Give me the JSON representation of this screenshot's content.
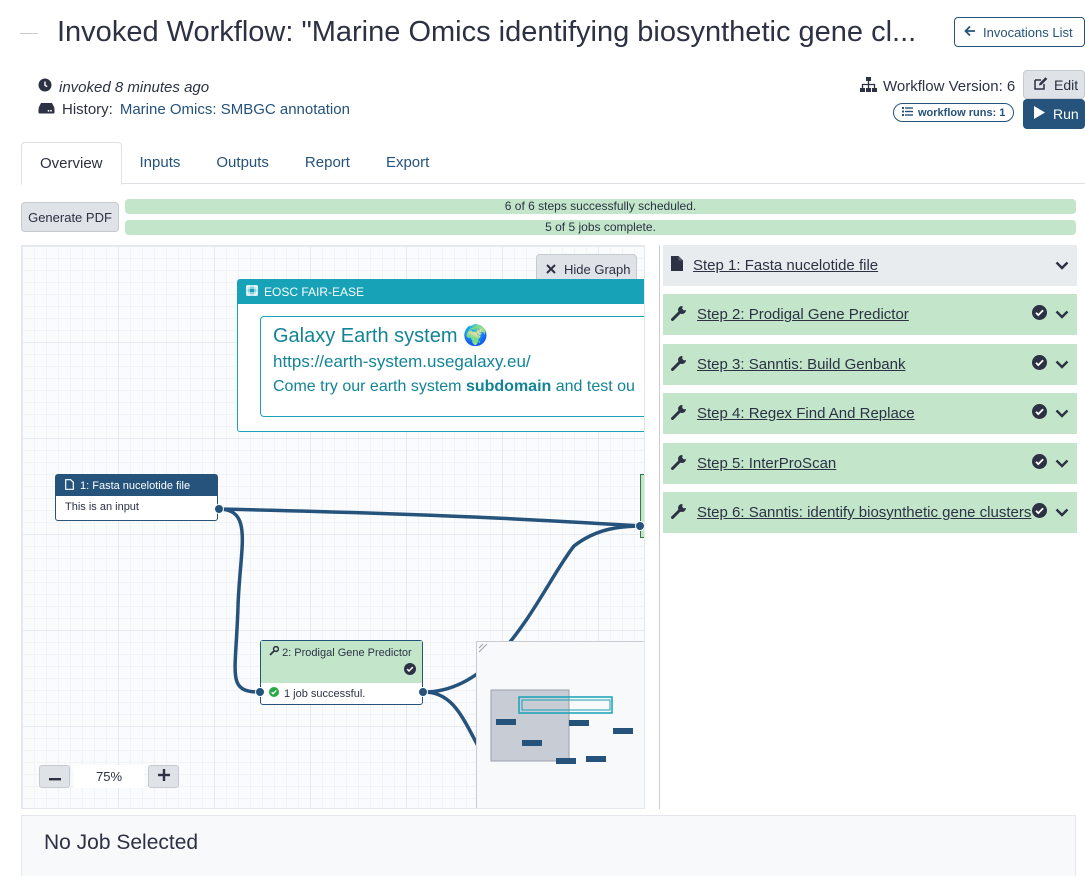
{
  "header": {
    "title": "Invoked Workflow: \"Marine Omics identifying biosynthetic gene cl...",
    "invocations_button": "Invocations List",
    "invoked_text": "invoked 8 minutes ago",
    "history_label": "History:",
    "history_link": "Marine Omics: SMBGC annotation",
    "workflow_version": "Workflow Version: 6",
    "workflow_runs": "workflow runs: 1",
    "edit_label": "Edit",
    "run_label": "Run"
  },
  "tabs": [
    {
      "label": "Overview"
    },
    {
      "label": "Inputs"
    },
    {
      "label": "Outputs"
    },
    {
      "label": "Report"
    },
    {
      "label": "Export"
    }
  ],
  "toolbar": {
    "generate_pdf": "Generate PDF"
  },
  "status": {
    "steps_scheduled": "6 of 6 steps successfully scheduled.",
    "steps_fraction": 1.0,
    "jobs_complete": "5 of 5 jobs complete.",
    "jobs_fraction": 1.0
  },
  "graph": {
    "hide_graph": "Hide Graph",
    "frame_title": "EOSC FAIR-EASE",
    "frame_card_heading": "Galaxy Earth system 🌍",
    "frame_card_url": "https://earth-system.usegalaxy.eu/",
    "frame_card_text_a": "Come try our earth system ",
    "frame_card_text_b": "subdomain",
    "frame_card_text_c": " and test ou",
    "input_node_title": "1: Fasta nucelotide file",
    "input_node_body": "This is an input",
    "tool_node_title": "2: Prodigal Gene Predictor",
    "tool_node_status": "1 job successful.",
    "zoom": "75%"
  },
  "steps": [
    {
      "label": "Step 1: Fasta nucelotide file",
      "icon": "file-icon",
      "state": "input"
    },
    {
      "label": "Step 2: Prodigal Gene Predictor",
      "icon": "wrench-icon",
      "state": "ok"
    },
    {
      "label": "Step 3: Sanntis: Build Genbank",
      "icon": "wrench-icon",
      "state": "ok"
    },
    {
      "label": "Step 4: Regex Find And Replace",
      "icon": "wrench-icon",
      "state": "ok"
    },
    {
      "label": "Step 5: InterProScan",
      "icon": "wrench-icon",
      "state": "ok"
    },
    {
      "label": "Step 6: Sanntis: identify biosynthetic gene clusters",
      "icon": "wrench-icon",
      "state": "ok"
    }
  ],
  "job_panel": {
    "title": "No Job Selected"
  },
  "colors": {
    "primary": "#25537b",
    "success_bg": "#c3e6cb",
    "info": "#17a2b8",
    "muted_bg": "#dfe2e6"
  }
}
